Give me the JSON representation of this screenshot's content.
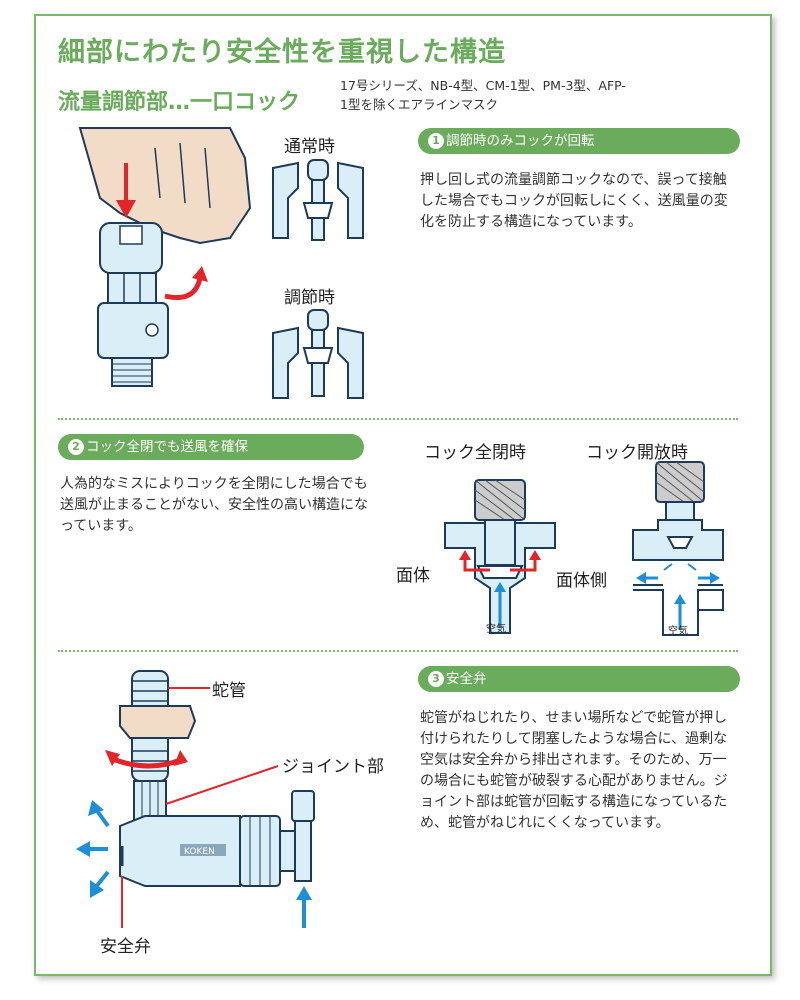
{
  "title": "細部にわたり安全性を重視した構造",
  "subtitle": "流量調節部…一口コック",
  "note": "17号シリーズ、NB-4型、CM-1型、PM-3型、AFP-1型を除くエアラインマスク",
  "section1": {
    "num": "1",
    "heading": "調節時のみコックが回転",
    "body": "押し回し式の流量調節コックなので、誤って接触した場合でもコックが回転しにくく、送風量の変化を防止する構造になっています。",
    "label_normal": "通常時",
    "label_adjust": "調節時"
  },
  "section2": {
    "num": "2",
    "heading": "コック全閉でも送風を確保",
    "body": "人為的なミスによりコックを全閉にした場合でも送風が止まることがない、安全性の高い構造になっています。",
    "label_closed": "コック全閉時",
    "label_open": "コック開放時",
    "label_face": "面体",
    "label_face_side": "面体側",
    "label_air_1": "空気",
    "label_air_2": "空気"
  },
  "section3": {
    "num": "3",
    "heading": "安全弁",
    "body": "蛇管がねじれたり、せまい場所などで蛇管が押し付けられたりして閉塞したような場合に、過剰な空気は安全弁から排出されます。そのため、万一の場合にも蛇管が破裂する心配がありません。ジョイント部は蛇管が回転する構造になっているため、蛇管がねじれにくくなっています。",
    "label_hose": "蛇管",
    "label_joint": "ジョイント部",
    "label_valve": "安全弁",
    "brand": "KOKEN"
  },
  "colors": {
    "accent": "#6aab5c",
    "part": "#d9eef7",
    "outline": "#1e3a5a",
    "red": "#e0262a",
    "blue": "#1e8ed8"
  }
}
